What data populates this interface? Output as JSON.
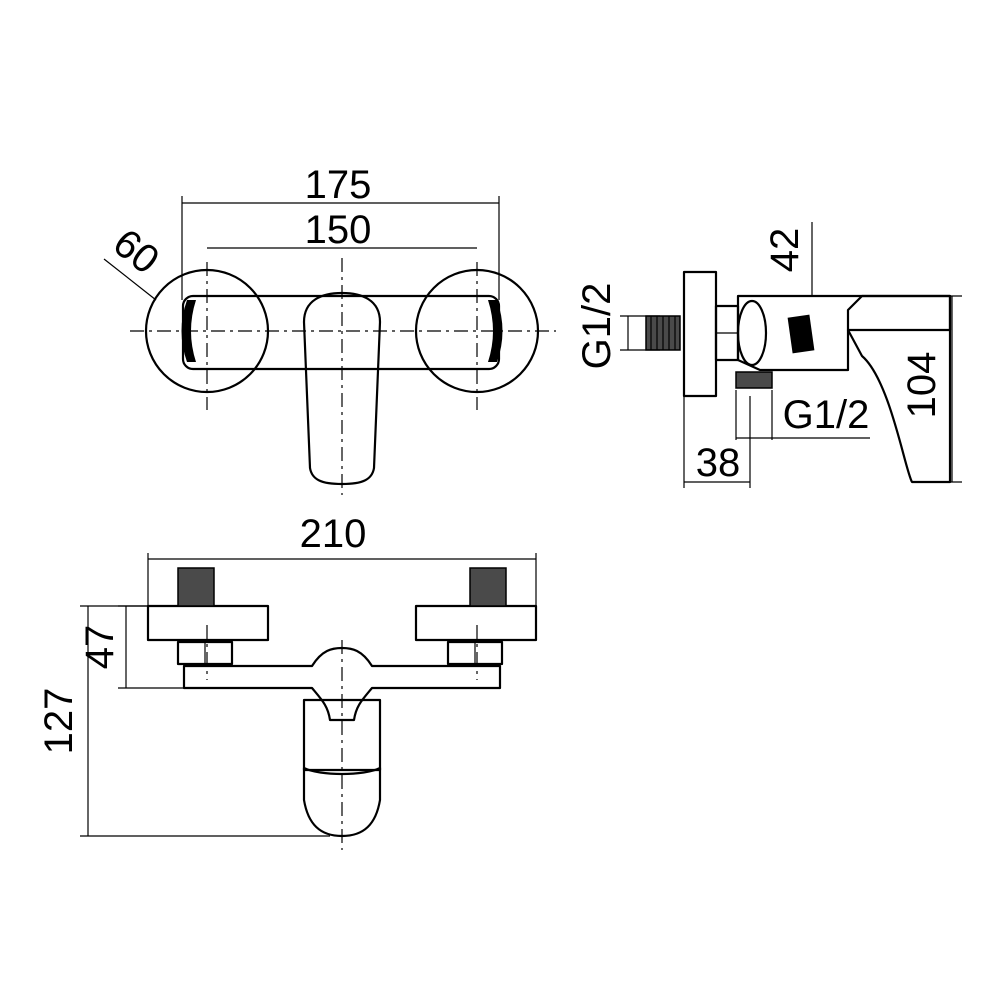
{
  "drawing": {
    "front_view": {
      "dim_overall_width": "175",
      "dim_center_spacing": "150",
      "dim_escutcheon_diameter": "60"
    },
    "side_view": {
      "dim_handle_depth": "42",
      "dim_height": "104",
      "dim_inlet_offset": "38",
      "thread_inlet": "G1/2",
      "thread_outlet": "G1/2"
    },
    "top_view": {
      "dim_overall_width": "210",
      "dim_spout_projection": "127",
      "dim_body_depth": "47"
    }
  }
}
